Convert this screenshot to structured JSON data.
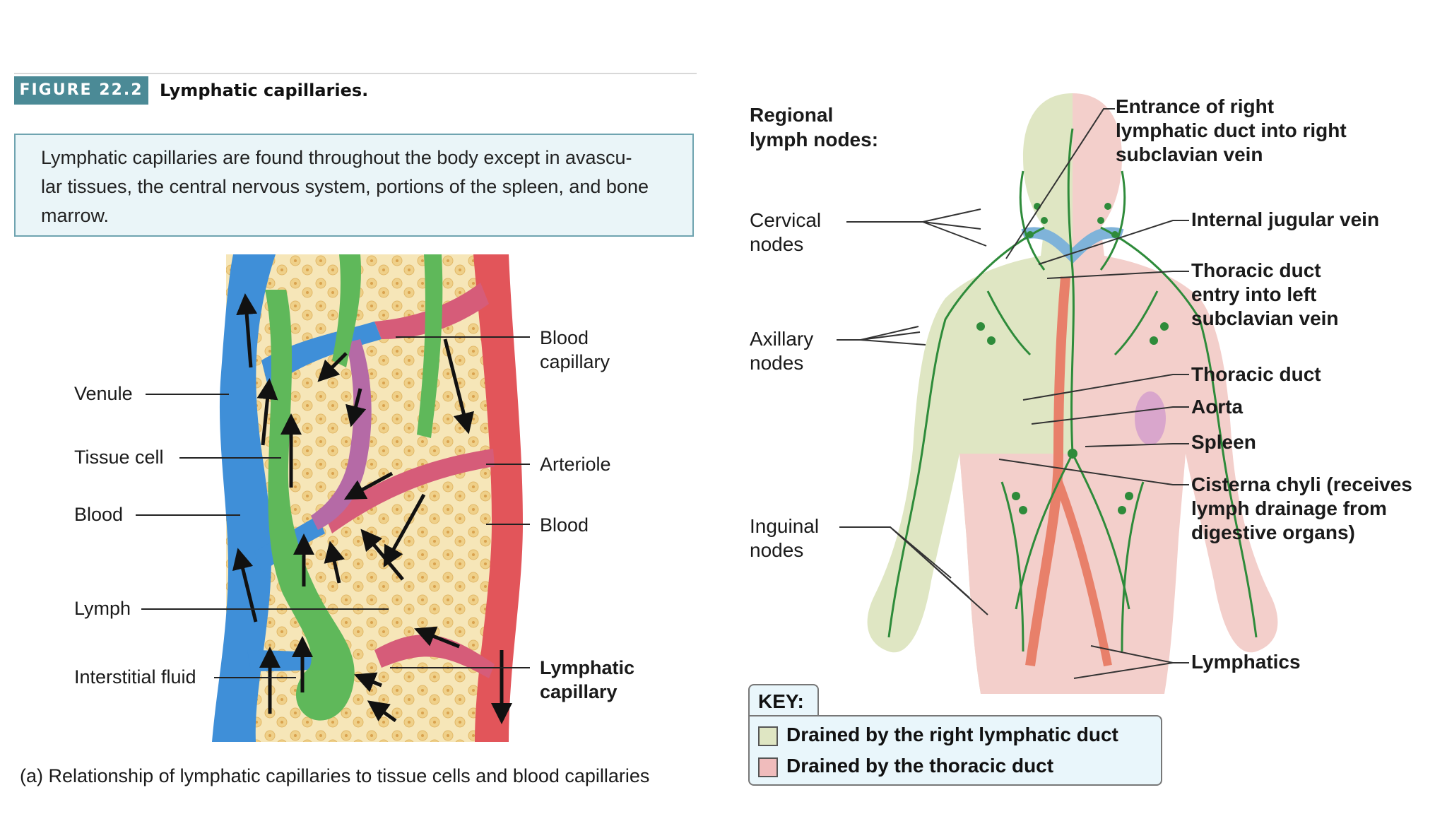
{
  "figure": {
    "badge": "FIGURE 22.2",
    "title": "Lymphatic capillaries.",
    "description": "Lymphatic capillaries are found throughout the body except in avascular tissues, the central nervous system, portions of the spleen, and bone marrow.",
    "description_lines": [
      "Lymphatic capillaries are found throughout the body except in avascu-",
      "lar tissues, the central nervous system, portions of the spleen, and bone",
      "marrow."
    ]
  },
  "left_diagram": {
    "labels_left": {
      "venule": "Venule",
      "tissue_cell": "Tissue cell",
      "blood": "Blood",
      "lymph": "Lymph",
      "interstitial_fluid": "Interstitial fluid"
    },
    "labels_right": {
      "blood_capillary_1": "Blood",
      "blood_capillary_2": "capillary",
      "arteriole": "Arteriole",
      "blood": "Blood",
      "lymphatic_capillary_1": "Lymphatic",
      "lymphatic_capillary_2": "capillary"
    },
    "caption": "(a) Relationship of lymphatic capillaries to tissue cells and blood capillaries",
    "colors": {
      "venule": "#3f8fd8",
      "arteriole": "#e2555a",
      "lymphatic": "#5fb85a",
      "tissue": "#f3dfa5",
      "capillary": "#c06a9c"
    }
  },
  "right_diagram": {
    "heading_1": "Regional",
    "heading_2": "lymph nodes:",
    "left_labels": {
      "cervical_1": "Cervical",
      "cervical_2": "nodes",
      "axillary_1": "Axillary",
      "axillary_2": "nodes",
      "inguinal_1": "Inguinal",
      "inguinal_2": "nodes"
    },
    "right_labels": {
      "entrance_1": "Entrance of right",
      "entrance_2": "lymphatic duct into right",
      "entrance_3": "subclavian vein",
      "internal_jugular": "Internal jugular vein",
      "thoracic_entry_1": "Thoracic duct",
      "thoracic_entry_2": "entry into left",
      "thoracic_entry_3": "subclavian vein",
      "thoracic_duct": "Thoracic duct",
      "aorta": "Aorta",
      "spleen": "Spleen",
      "cisterna_1": "Cisterna chyli (receives",
      "cisterna_2": "lymph drainage from",
      "cisterna_3": "digestive organs)",
      "lymphatics": "Lymphatics"
    },
    "key": {
      "title": "KEY:",
      "items": [
        {
          "label": "Drained by the right lymphatic duct",
          "color": "#dfe6c3"
        },
        {
          "label": "Drained by the thoracic duct",
          "color": "#f0bcbc"
        }
      ]
    },
    "colors": {
      "right_drainage": "#dfe6c3",
      "thoracic_drainage": "#f3cfcb",
      "lymph_vessels": "#2e8b3a",
      "aorta": "#e8806a"
    }
  }
}
